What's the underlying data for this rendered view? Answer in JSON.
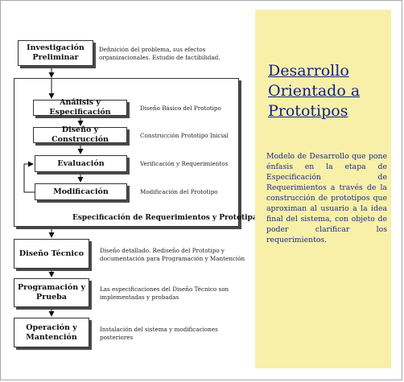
{
  "diagram": {
    "steps": {
      "investigacion": "Investigación\nPreliminar",
      "analisis": "Análisis y Especificación",
      "diseno_construccion": "Diseño y Construcción",
      "evaluacion": "Evaluación",
      "modificacion": "Modificación",
      "diseno_tecnico": "Diseño Técnico",
      "programacion": "Programación y\nPrueba",
      "operacion": "Operación y\nMantención"
    },
    "descriptions": {
      "investigacion": "Definición del problema, sus efectos\norganizacionales. Estudio de factibilidad.",
      "analisis": "Diseño Básico del Prototipo",
      "diseno_construccion": "Construcción Prototipo Inicial",
      "evaluacion": "Verificación y Requerimientos",
      "modificacion": "Modificación del Prototipo",
      "diseno_tecnico": "Diseño detallado. Rediseño del Prototipo y\ndocumentación para Programación y Mantención",
      "programacion": "Las especificaciones del Diseño Técnico son\nimplementadas y probadas",
      "operacion": "Instalación del sistema y modificaciones posteriores"
    },
    "group_label": "Especificación de Requerimientos y Prototipado"
  },
  "panel": {
    "title": "Desarrollo\nOrientado a\nPrototipos",
    "body": "Modelo de Desarrollo que pone énfasis en la  etapa de Especificación de Requerimientos a través de la construcción de prototipos que aproximan al usuario a la idea final del sistema, con objeto de poder clarificar los requerimientos.",
    "background": "#f8f0a8",
    "text_color": "#1b2b8a"
  }
}
